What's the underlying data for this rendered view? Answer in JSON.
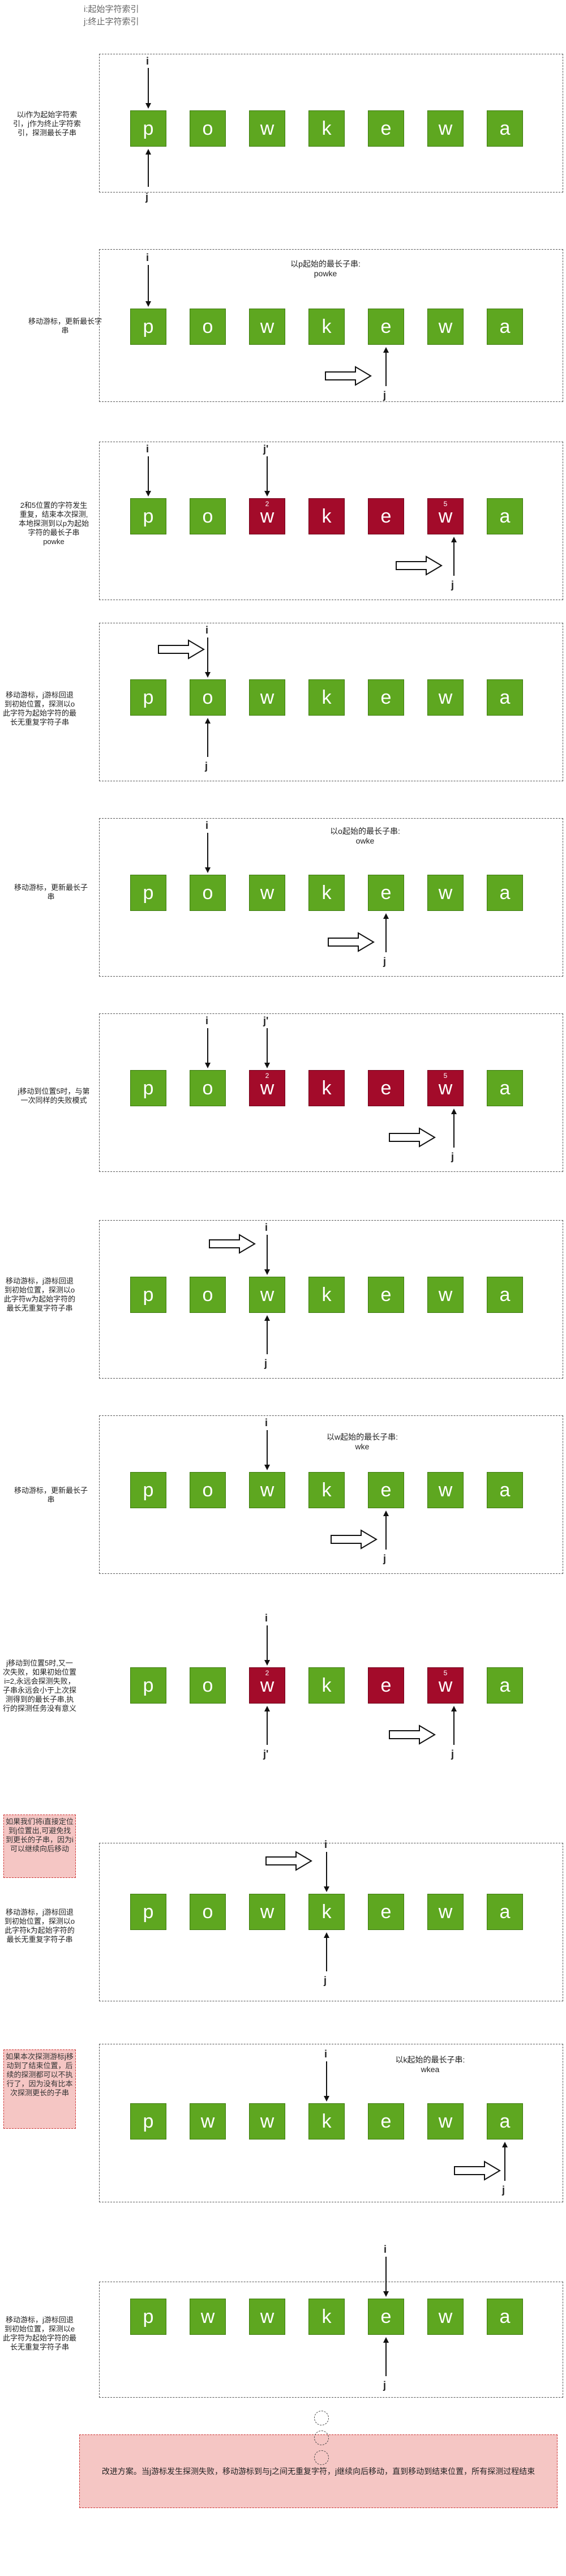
{
  "legend": {
    "line1": "i:起始字符索引",
    "line2": "j:终止字符索引"
  },
  "markers": {
    "i": "i",
    "j": "j",
    "j_prime": "j'"
  },
  "annotations": [
    "以i作为起始字符索引，j作为终止字符索引，探测最长子串",
    "移动游标，更新最长字串",
    "2和5位置的字符发生重复，结束本次探测,本地探测到以p为起始字符的最长子串 powke",
    "移动游标，j游标回退到初始位置，探测以o此字符为起始字符的最长无重复字符子串",
    "移动游标，更新最长子串",
    "j移动到位置5时，与第一次同样的失败模式",
    "移动游标，j游标回退到初始位置，探测以o此字符w为起始字符的最长无重复字符子串",
    "移动游标，更新最长子串",
    "j移动到位置5时,又一次失败，如果初始位置i=2,永远会探测失败，子串永远会小于上次探测得到的最长子串,执行的探测任务没有意义",
    "移动游标，j游标回退到初始位置，探测以o此字符k为起始字符的最长无重复字符子串",
    "移动游标，j游标回退到初始位置，探测以e此字符为起始字符的最长无重复字符子串"
  ],
  "notes": [
    "如果我们将i直接定位到j位置出,可避免找到更长的子串，因为i可以继续向后移动",
    "如果本次探测游标j移动到了结束位置，后续的探测都可以不执行了，因为没有比本次探测更长的子串"
  ],
  "captions": [
    {
      "line1": "以p起始的最长子串:",
      "line2": "powke"
    },
    {
      "line1": "以o起始的最长子串:",
      "line2": "owke"
    },
    {
      "line1": "以w起始的最长子串:",
      "line2": "wke"
    },
    {
      "line1": "以k起始的最长子串:",
      "line2": "wkea"
    }
  ],
  "sequences": {
    "base": [
      "p",
      "o",
      "w",
      "k",
      "e",
      "w",
      "a"
    ],
    "shifted": [
      "p",
      "w",
      "w",
      "k",
      "e",
      "w",
      "a"
    ]
  },
  "duplicate_labels": {
    "first": "2",
    "second": "5"
  },
  "final_note": "改进方案。当j游标发生探测失败，移动游标到与j之间无重复字符，j继续向后移动，直到移动到结束位置，所有探测过程结束",
  "colors": {
    "cell_green": "#5ea720",
    "cell_red": "#a30b2a",
    "note_fill": "#f5c6c4",
    "note_border": "#cc3333"
  }
}
